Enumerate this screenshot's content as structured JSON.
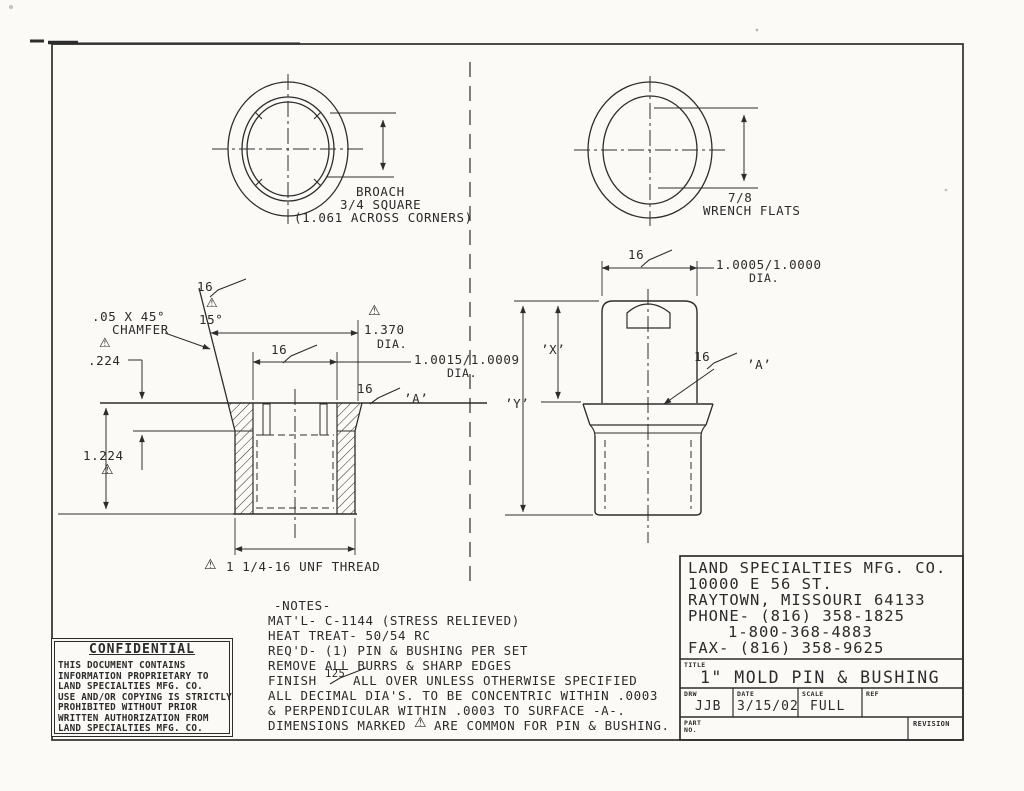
{
  "icons": {
    "delta_warning": "⚠"
  },
  "views": {
    "bushing_top": {
      "l1": "BROACH",
      "l2": "3/4 SQUARE",
      "l3": "(1.061 ACROSS CORNERS)"
    },
    "pin_top": {
      "l1": "7/8",
      "l2": "WRENCH FLATS"
    },
    "bushing_section": {
      "finish": "16",
      "chamfer1": ".05 X 45°",
      "chamfer2": "CHAMFER",
      "angle": "15°",
      "flange_height": ".224",
      "head_dia": "1.370",
      "dia_abbr": "DIA.",
      "bore_dia": "1.0015/1.0009",
      "overall_height": "1.224",
      "thread": "1 1/4-16 UNF THREAD",
      "datum": "’A’"
    },
    "pin_side": {
      "finish": "16",
      "pin_dia": "1.0005/1.0000",
      "dia_abbr": "DIA.",
      "x_ref": "’X’",
      "y_ref": "’Y’",
      "datum": "’A’"
    }
  },
  "notes": {
    "header": "-NOTES-",
    "lines": [
      "MAT'L- C-1144 (STRESS RELIEVED)",
      "HEAT TREAT- 50/54 RC",
      "REQ'D- (1) PIN & BUSHING PER SET",
      "REMOVE ALL BURRS & SHARP EDGES"
    ],
    "finish_line": {
      "pre": "FINISH",
      "value": "125",
      "post": "ALL OVER UNLESS OTHERWISE SPECIFIED"
    },
    "lines2": [
      "ALL DECIMAL DIA'S. TO BE CONCENTRIC WITHIN .0003",
      "& PERPENDICULAR WITHIN .0003 TO SURFACE -A-."
    ],
    "dim_line": {
      "pre": "DIMENSIONS MARKED",
      "post": "ARE COMMON FOR PIN & BUSHING."
    }
  },
  "confidential": {
    "title": "CONFIDENTIAL",
    "lines": [
      "THIS DOCUMENT CONTAINS",
      "INFORMATION PROPRIETARY TO",
      "LAND SPECIALTIES MFG. CO.",
      "USE AND/OR COPYING IS STRICTLY",
      "PROHIBITED WITHOUT PRIOR",
      "WRITTEN AUTHORIZATION FROM",
      "LAND SPECIALTIES MFG. CO."
    ]
  },
  "title_block": {
    "company_lines": [
      "LAND SPECIALTIES MFG. CO.",
      "10000 E 56 ST.",
      "RAYTOWN, MISSOURI  64133",
      "PHONE- (816) 358-1825",
      "1-800-368-4883",
      "FAX- (816) 358-9625"
    ],
    "title_label": "TITLE",
    "title": "1\" MOLD PIN & BUSHING",
    "drw_label": "DRW",
    "drw": "JJB",
    "date_label": "DATE",
    "date": "3/15/02",
    "scale_label": "SCALE",
    "scale": "FULL",
    "ref_label": "REF",
    "part_no_label_1": "PART",
    "part_no_label_2": "NO.",
    "revision_label": "REVISION"
  }
}
